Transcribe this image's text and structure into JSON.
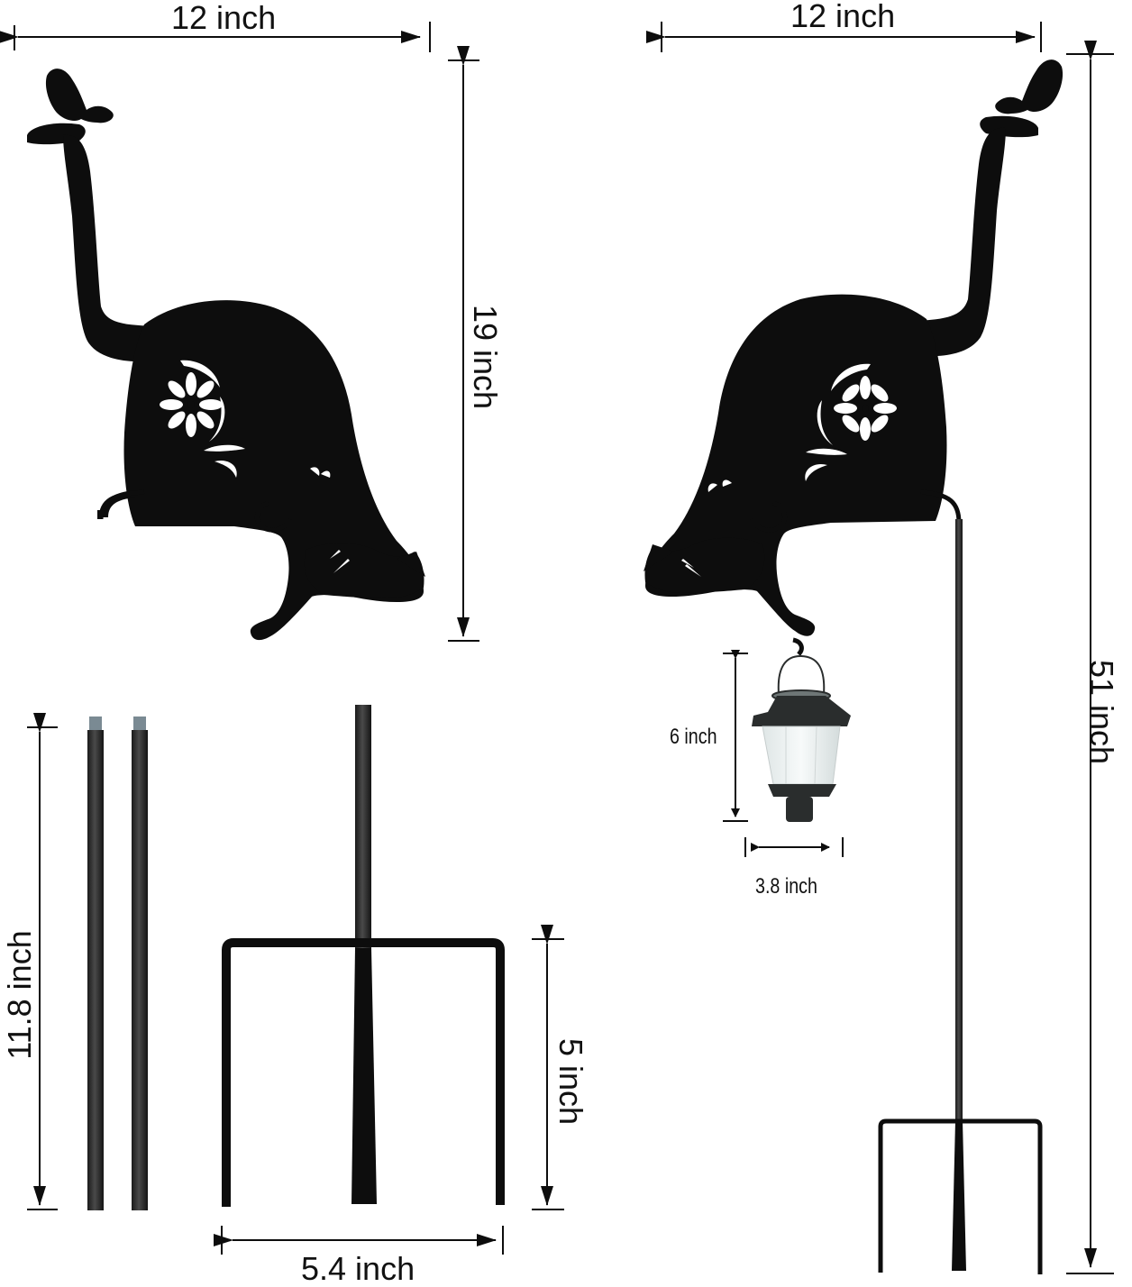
{
  "diagram": {
    "title": "Cat garden stake with solar lantern — dimensions",
    "colors": {
      "ink": "#0d0d0d",
      "background": "#ffffff",
      "lantern_glass": "#eef2f2",
      "lantern_frame": "#2a2d2d",
      "rod_thread": "#7a8a93"
    },
    "dimensions": {
      "left_cat_width": "12 inch",
      "left_cat_height": "19 inch",
      "right_cat_width": "12 inch",
      "total_height": "51 inch",
      "lantern_height": "6 inch",
      "lantern_width": "3.8 inch",
      "extension_rod_length": "11.8 inch",
      "base_height": "5 inch",
      "base_width": "5.4 inch"
    },
    "components": [
      {
        "name": "Cat silhouette with butterfly (left view)",
        "width": "12 inch",
        "height": "19 inch"
      },
      {
        "name": "Cat silhouette holding lantern (assembled view)",
        "width": "12 inch",
        "total_height": "51 inch"
      },
      {
        "name": "Solar lantern",
        "height": "6 inch",
        "width": "3.8 inch"
      },
      {
        "name": "Extension rods",
        "count": 2,
        "length": "11.8 inch"
      },
      {
        "name": "Ground stake base",
        "height": "5 inch",
        "width": "5.4 inch"
      }
    ]
  }
}
